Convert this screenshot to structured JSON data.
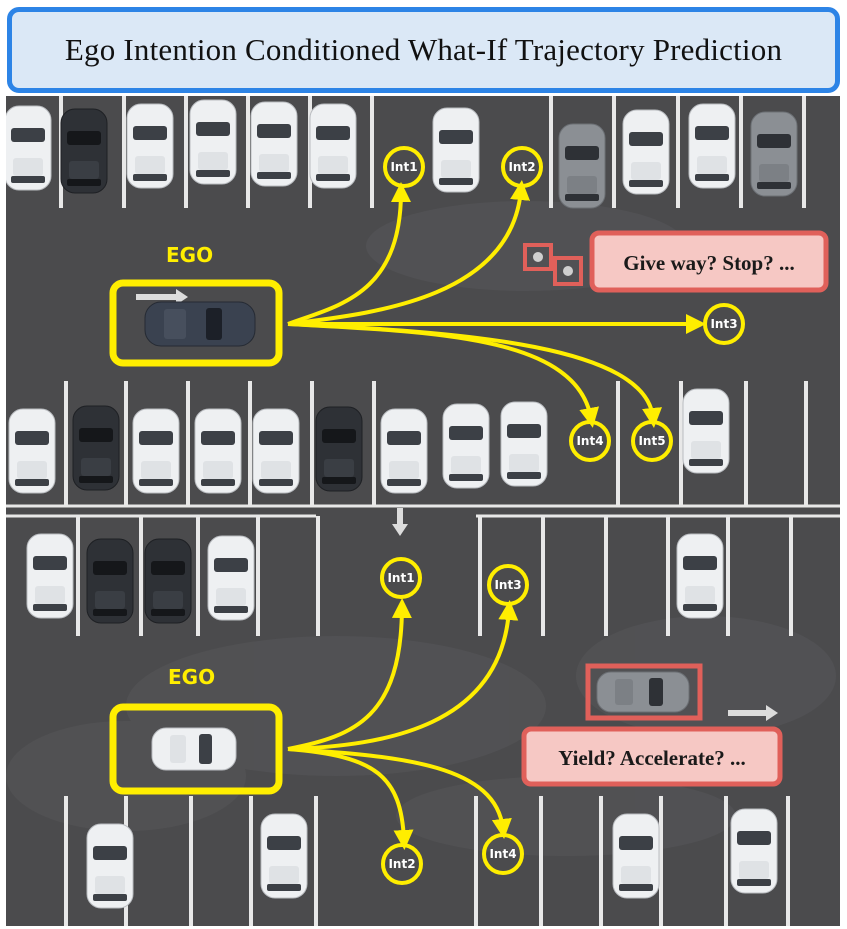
{
  "title": "Ego Intention Conditioned What-If Trajectory Prediction",
  "top_scene": {
    "ego_label": "EGO",
    "intentions": [
      "Int1",
      "Int2",
      "Int3",
      "Int4",
      "Int5"
    ],
    "question": "Give way? Stop? ..."
  },
  "bottom_scene": {
    "ego_label": "EGO",
    "intentions": [
      "Int1",
      "Int3",
      "Int2",
      "Int4"
    ],
    "question": "Yield? Accelerate? ..."
  },
  "colors": {
    "title_border": "#2d84e6",
    "title_fill": "#dbe8f6",
    "trajectory": "#ffee00",
    "question_border": "#e0605a",
    "question_fill": "#f6c8c4",
    "asphalt": "#4a4a4c"
  }
}
